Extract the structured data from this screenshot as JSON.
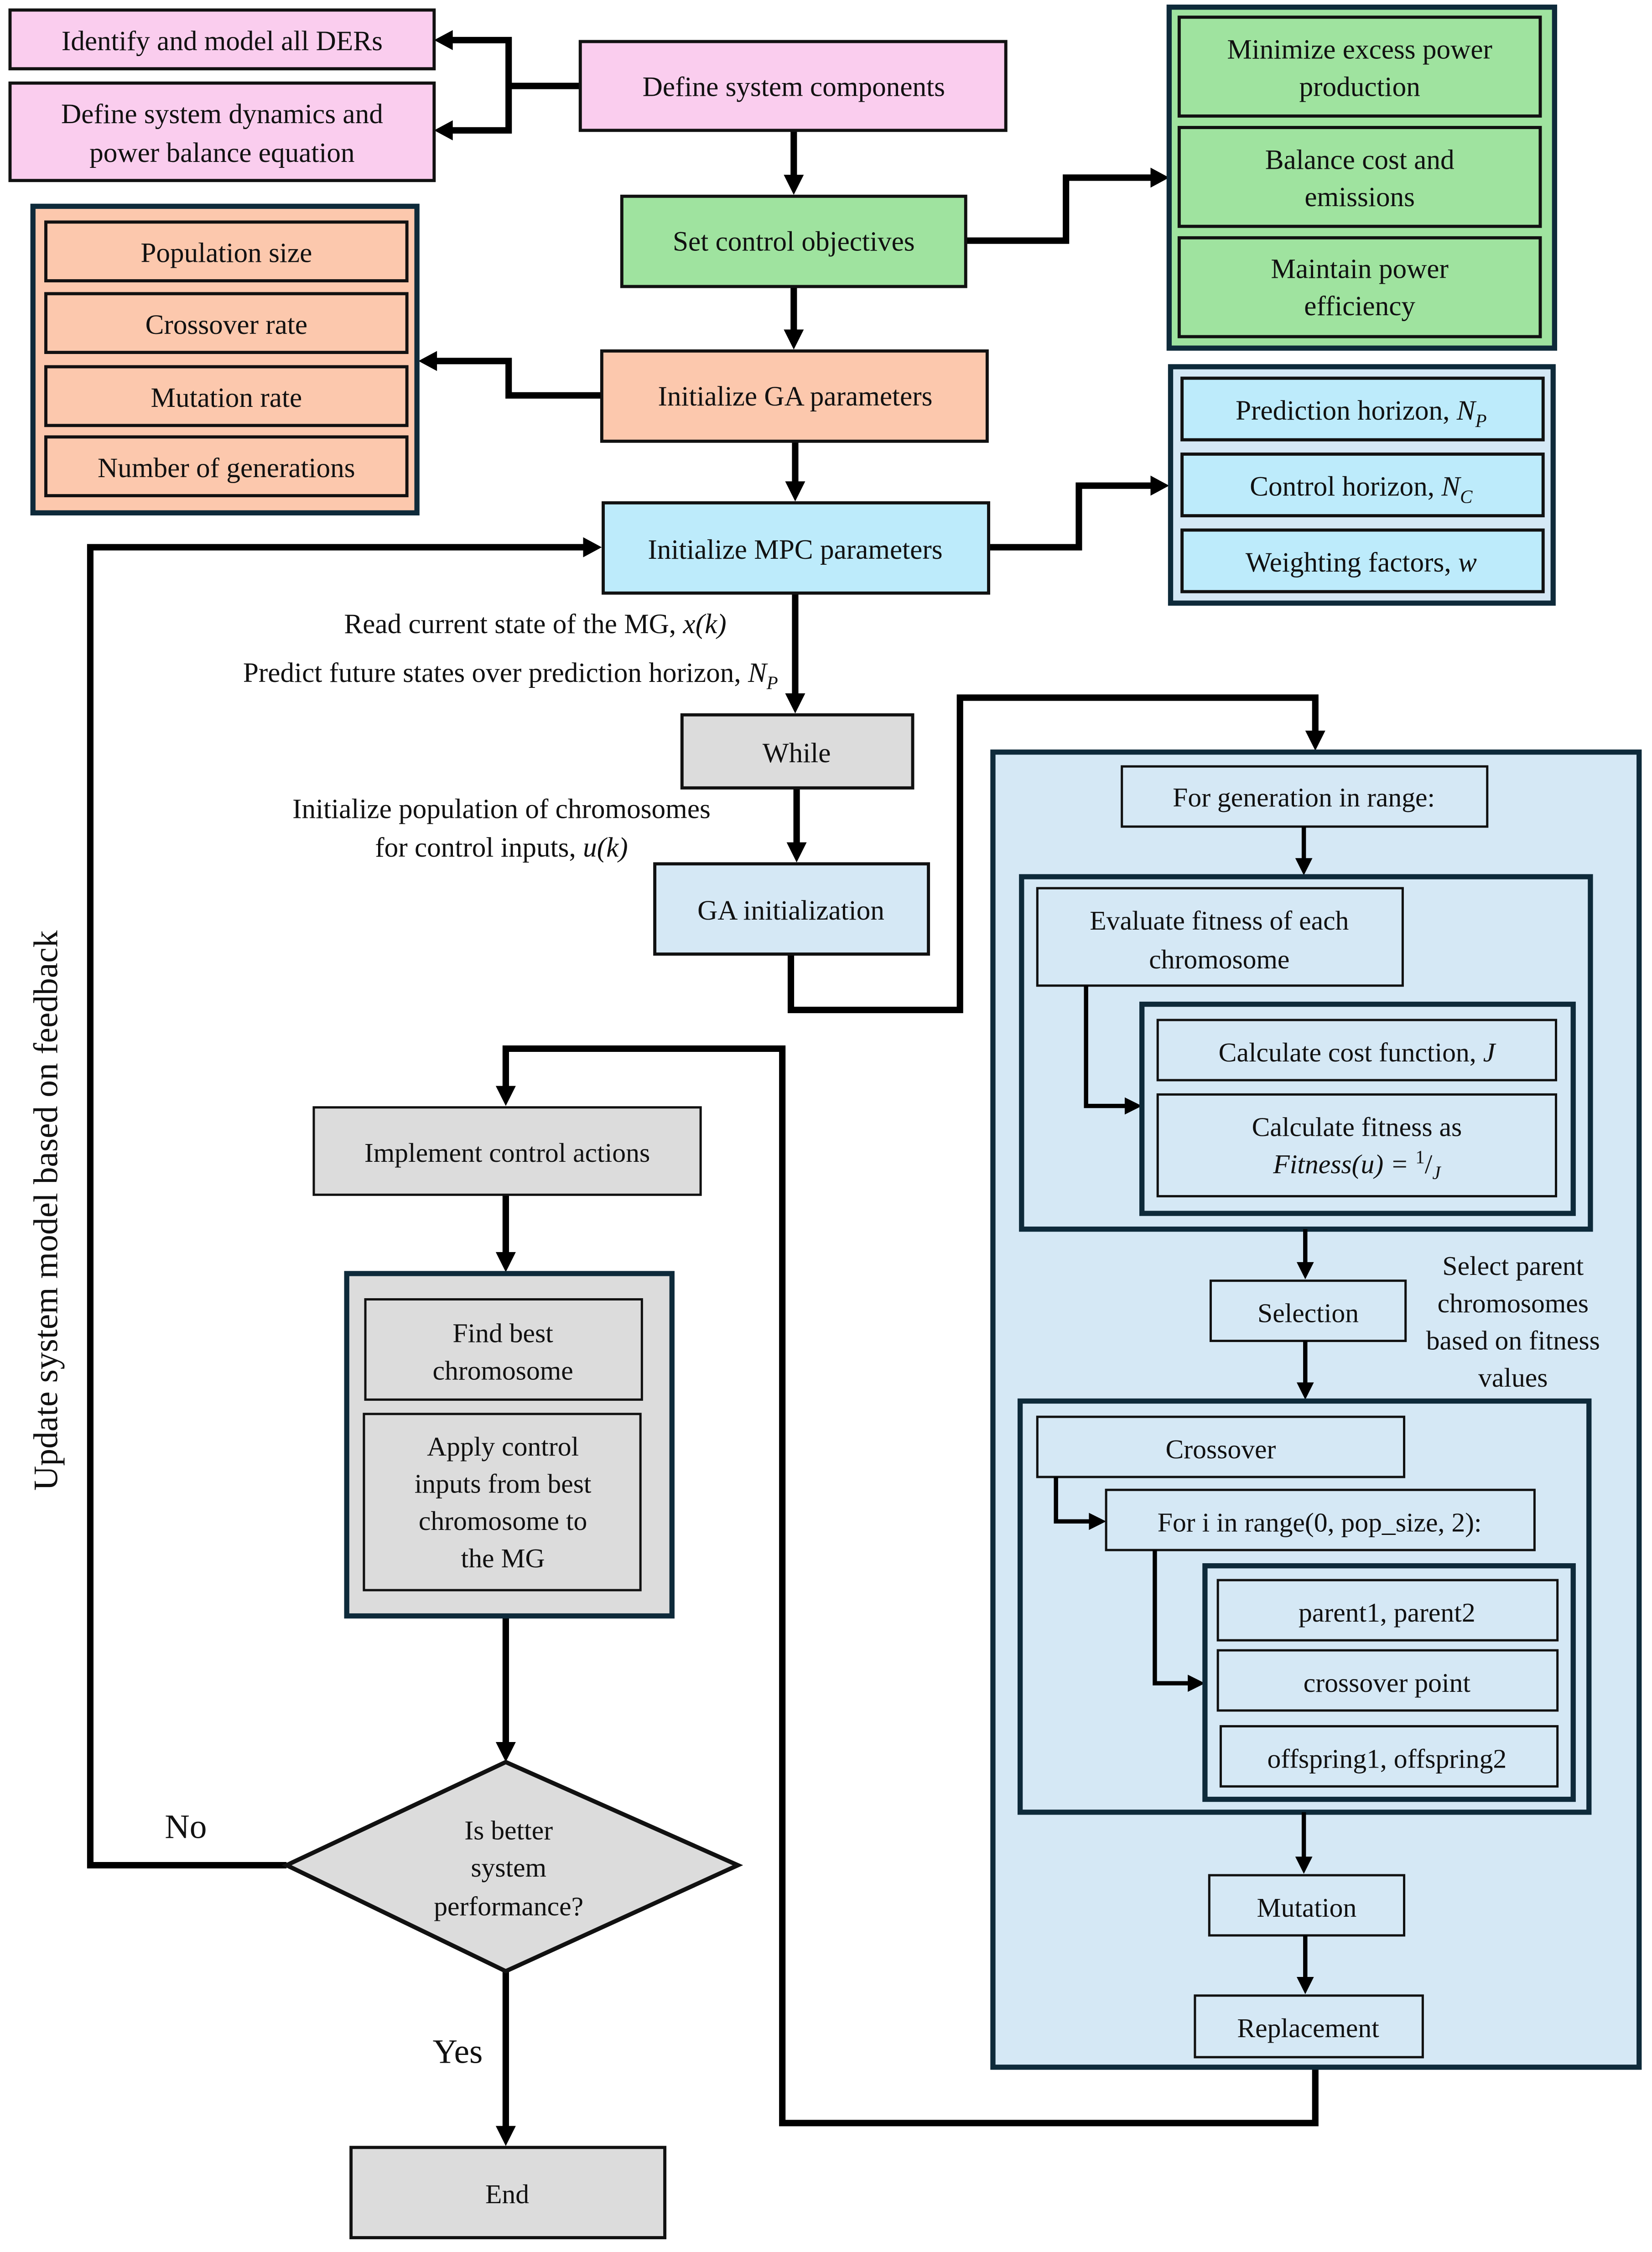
{
  "colors": {
    "pink": "#facdee",
    "green": "#9fe39f",
    "salmon": "#fcc8ad",
    "cyan": "#bdebfb",
    "lightblue": "#d5e8f5",
    "gray": "#dcdcdc",
    "group_border": "#0e2a3a",
    "line": "#000000"
  },
  "main_flow": {
    "define_components": "Define system components",
    "set_objectives": "Set control objectives",
    "init_ga": "Initialize GA parameters",
    "init_mpc": "Initialize MPC parameters",
    "while": "While",
    "ga_init": "GA initialization",
    "implement": "Implement control actions",
    "end": "End"
  },
  "components": {
    "items": [
      "Identify and model all DERs",
      [
        "Define system dynamics and",
        "power balance equation"
      ]
    ]
  },
  "objectives": {
    "items": [
      [
        "Minimize excess power",
        "production"
      ],
      [
        "Balance cost and",
        "emissions"
      ],
      [
        "Maintain power",
        "efficiency"
      ]
    ]
  },
  "ga_params": {
    "items": [
      "Population size",
      "Crossover rate",
      "Mutation rate",
      "Number of generations"
    ]
  },
  "mpc_params": {
    "items": [
      {
        "text": "Prediction horizon, ",
        "math": "N",
        "sub": "P"
      },
      {
        "text": "Control horizon, ",
        "math": "N",
        "sub": "C"
      },
      {
        "text": "Weighting factors, ",
        "math": "w",
        "sub": ""
      }
    ]
  },
  "annotations": {
    "read_state": {
      "text": "Read current state of the MG, ",
      "math": "x(k)"
    },
    "predict": {
      "text": "Predict future states over prediction horizon, ",
      "math": "N",
      "sub": "P"
    },
    "init_pop_1": "Initialize population of chromosomes",
    "init_pop_2": {
      "text": "for control inputs, ",
      "math": "u(k)"
    },
    "select_note": [
      "Select parent",
      "chromosomes",
      "based on fitness",
      "values"
    ],
    "side_label": "Update system model based on feedback",
    "no": "No",
    "yes": "Yes"
  },
  "ga_loop": {
    "for_generation": "For generation in range:",
    "evaluate": [
      "Evaluate fitness of each",
      "chromosome"
    ],
    "cost": {
      "text": "Calculate cost function, ",
      "math": "J"
    },
    "fitness_1": "Calculate fitness as",
    "fitness_2": {
      "math": "Fitness(u) = ",
      "num": "1",
      "den": "J"
    },
    "selection": "Selection",
    "crossover": "Crossover",
    "for_i": "For i in range(0, pop_size, 2):",
    "parents": "parent1, parent2",
    "crossover_point": "crossover point",
    "offspring": "offspring1, offspring2",
    "mutation": "Mutation",
    "replacement": "Replacement"
  },
  "best": {
    "find": [
      "Find best",
      "chromosome"
    ],
    "apply": [
      "Apply control",
      "inputs from best",
      "chromosome to",
      "the MG"
    ]
  },
  "decision": {
    "lines": [
      "Is better",
      "system",
      "performance?"
    ]
  }
}
